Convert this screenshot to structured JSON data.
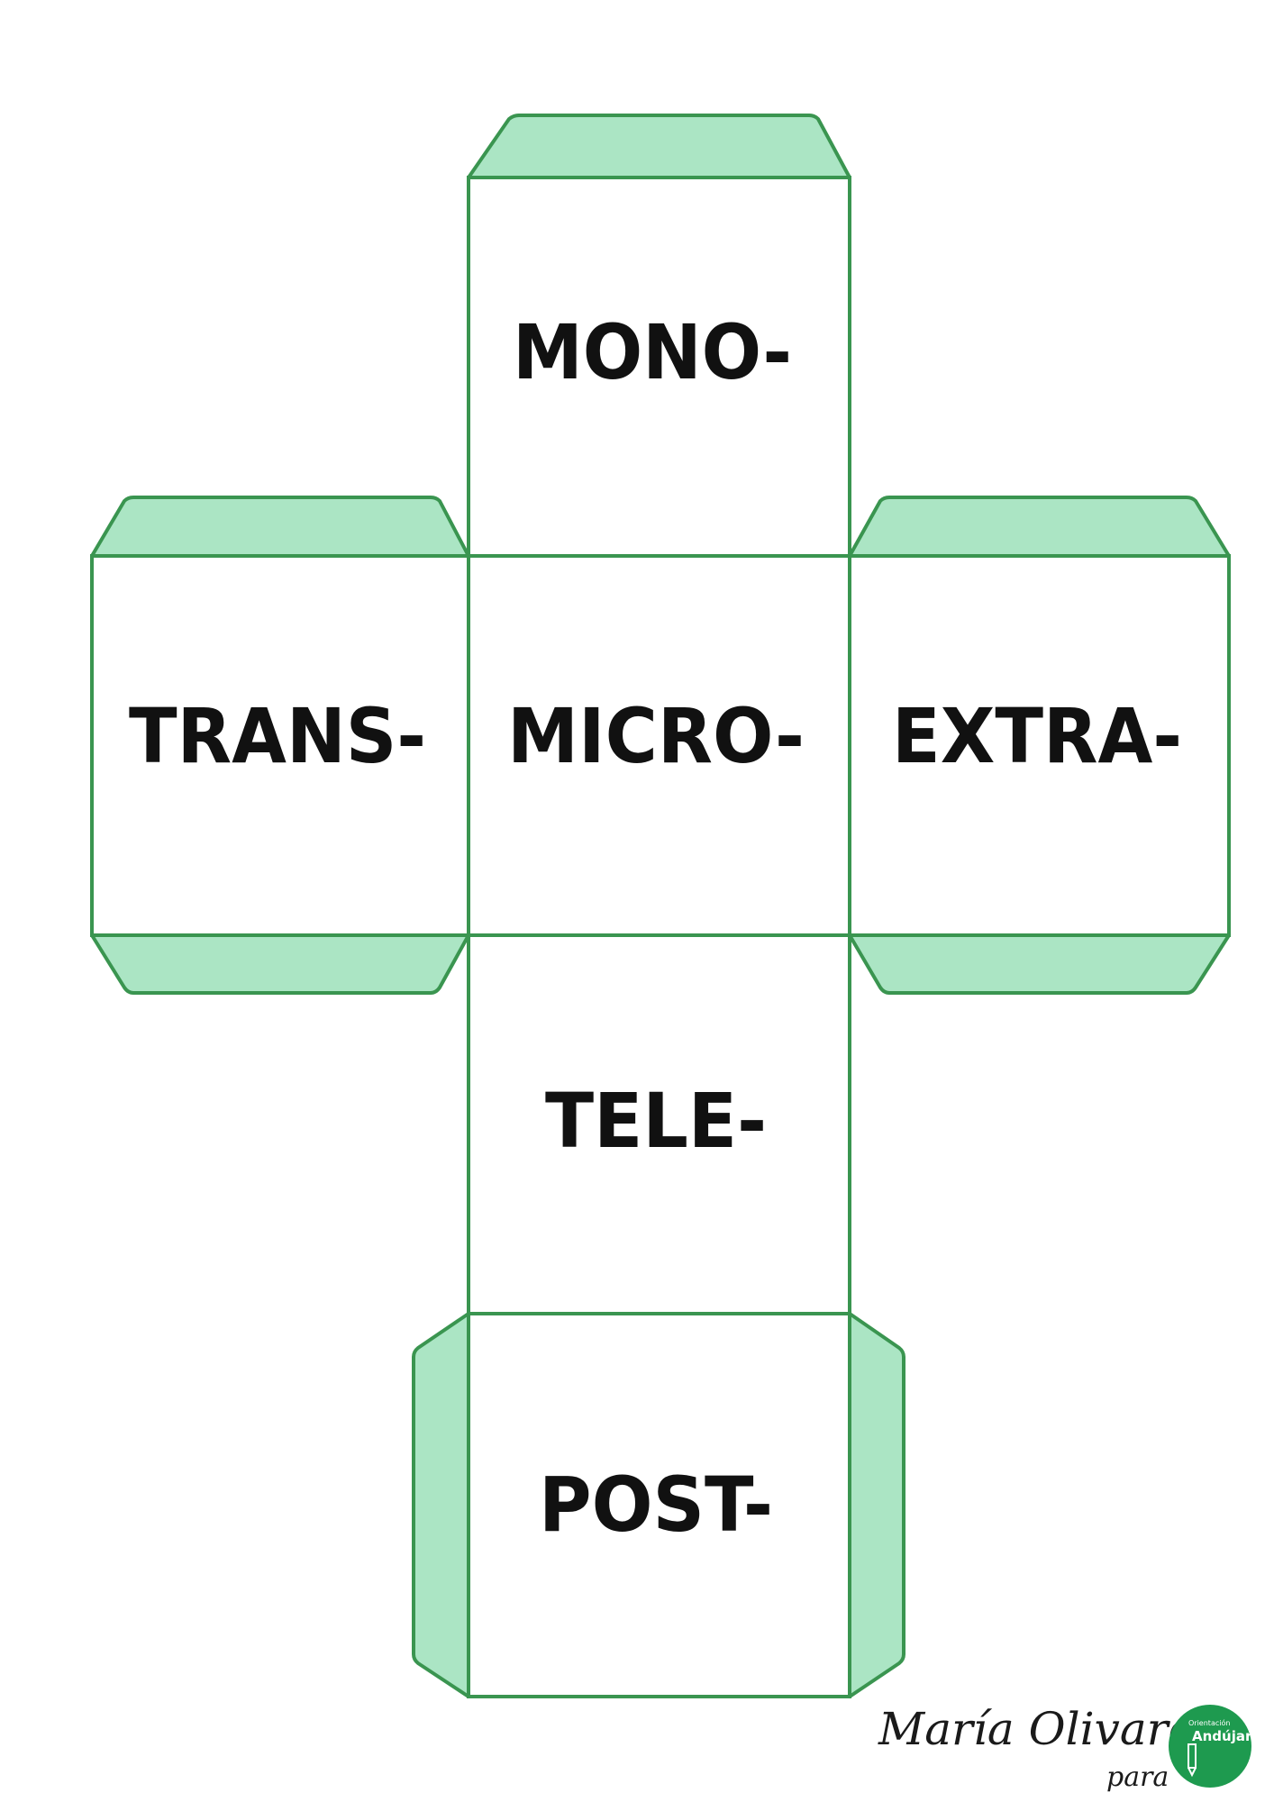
{
  "colors": {
    "outline": "#3a9550",
    "flap_fill": "#abe5c4",
    "face_fill": "#ffffff",
    "logo_bg": "#1e9a4f"
  },
  "faces": {
    "top": "MONO-",
    "left": "TRANS-",
    "center": "MICRO-",
    "right": "EXTRA-",
    "lower": "TELE-",
    "bottom": "POST-"
  },
  "credit": {
    "author": "María Olivares",
    "para": "para"
  },
  "logo": {
    "top_text": "Orientación",
    "main_text": "Andújar",
    "icon": "pencil-icon"
  }
}
